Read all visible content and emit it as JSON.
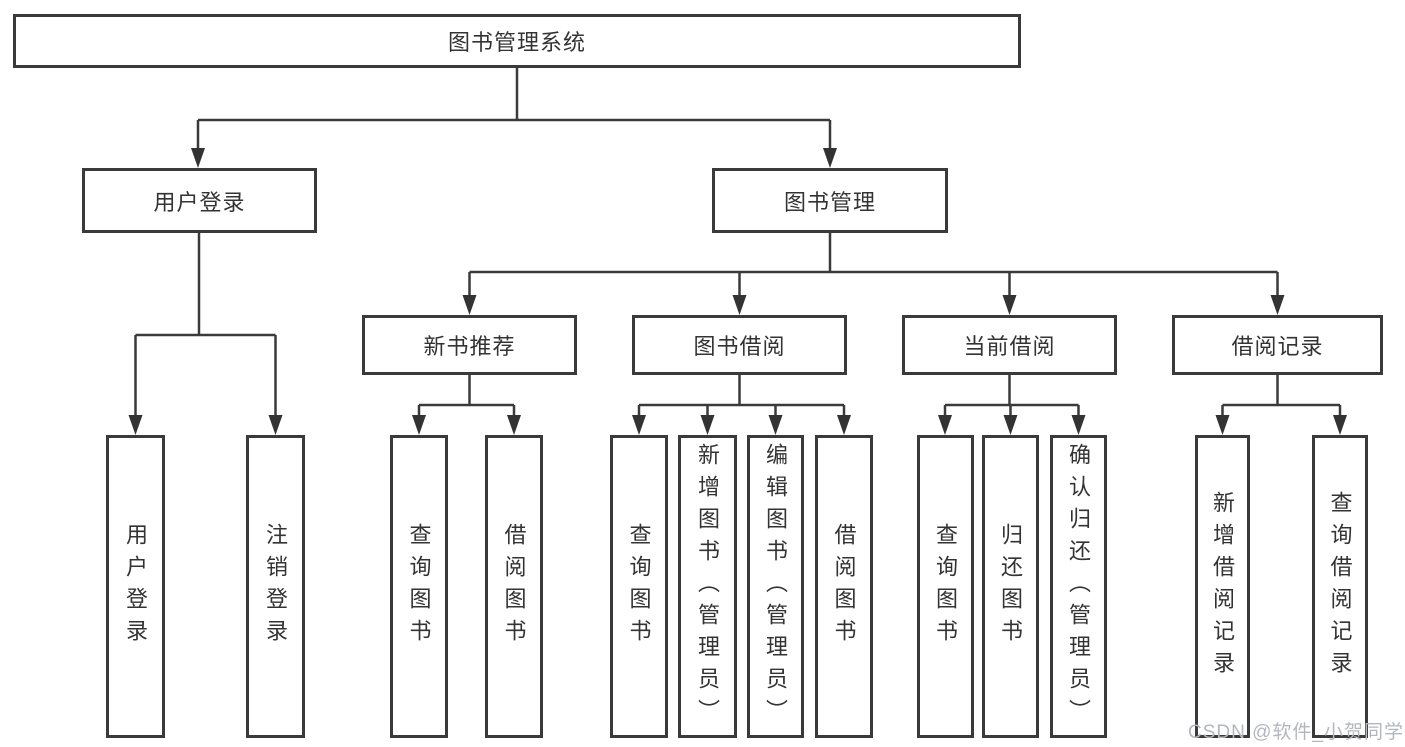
{
  "diagram": {
    "root": {
      "label": "图书管理系统"
    },
    "level2": {
      "user_login": {
        "label": "用户登录"
      },
      "book_management": {
        "label": "图书管理"
      }
    },
    "level3": {
      "new_book_recommend": {
        "label": "新书推荐"
      },
      "book_borrow": {
        "label": "图书借阅"
      },
      "current_borrow": {
        "label": "当前借阅"
      },
      "borrow_records": {
        "label": "借阅记录"
      }
    },
    "leaves": [
      {
        "group": "user-login",
        "label": "用户登录"
      },
      {
        "group": "user-login",
        "label": "注销登录"
      },
      {
        "group": "new-book",
        "label": "查询图书"
      },
      {
        "group": "new-book",
        "label": "借阅图书"
      },
      {
        "group": "book-borrow",
        "label": "查询图书"
      },
      {
        "group": "book-borrow",
        "label": "新增图书（管理员）"
      },
      {
        "group": "book-borrow",
        "label": "编辑图书（管理员）"
      },
      {
        "group": "book-borrow",
        "label": "借阅图书"
      },
      {
        "group": "current-borrow",
        "label": "查询图书"
      },
      {
        "group": "current-borrow",
        "label": "归还图书"
      },
      {
        "group": "current-borrow",
        "label": "确认归还（管理员）"
      },
      {
        "group": "borrow-records",
        "label": "新增借阅记录"
      },
      {
        "group": "borrow-records",
        "label": "查询借阅记录"
      }
    ],
    "watermark": "CSDN @软件_小贺同学",
    "colors": {
      "line": "#3a3a3a",
      "text": "#333333",
      "watermark": "#b3b7bd",
      "background": "#ffffff"
    }
  }
}
